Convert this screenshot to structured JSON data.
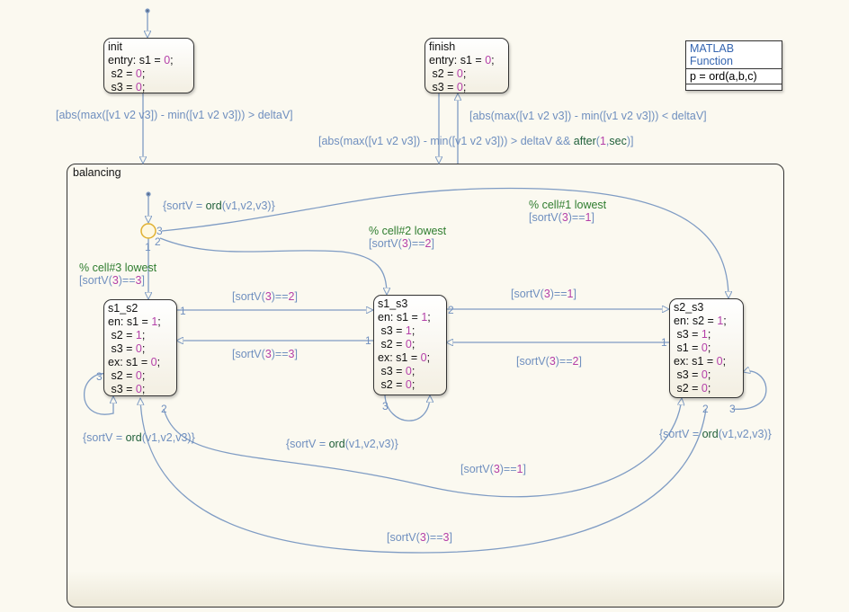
{
  "states": {
    "init": {
      "name": "init",
      "lines": [
        "entry: s1 = 0;",
        " s2 = 0;",
        " s3 = 0;"
      ]
    },
    "finish": {
      "name": "finish",
      "lines": [
        "entry: s1 = 0;",
        " s2 = 0;",
        " s3 = 0;"
      ]
    },
    "balancing": {
      "name": "balancing"
    },
    "s1_s2": {
      "name": "s1_s2",
      "lines": [
        "en: s1 = 1;",
        " s2 = 1;",
        " s3 = 0;",
        "ex: s1 = 0;",
        " s2 = 0;",
        " s3 = 0;"
      ]
    },
    "s1_s3": {
      "name": "s1_s3",
      "lines": [
        "en: s1 = 1;",
        " s3 = 1;",
        " s2 = 0;",
        "ex: s1 = 0;",
        " s3 = 0;",
        " s2 = 0;"
      ]
    },
    "s2_s3": {
      "name": "s2_s3",
      "lines": [
        "en: s2 = 1;",
        " s3 = 1;",
        " s1 = 0;",
        "ex: s1 = 0;",
        " s3 = 0;",
        " s2 = 0;"
      ]
    }
  },
  "matlab_function": {
    "title": "MATLAB Function",
    "signature": "p = ord(a,b,c)"
  },
  "transitions": {
    "init_to_balancing": "[abs(max([v1 v2 v3]) - min([v1 v2 v3])) > deltaV]",
    "finish_to_balancing": "[abs(max([v1 v2 v3]) - min([v1 v2 v3])) > deltaV && after(1,sec)]",
    "balancing_to_finish": "[abs(max([v1 v2 v3]) - min([v1 v2 v3])) < deltaV]",
    "default_action": "{sortV = ord(v1,v2,v3)}",
    "to_s1_s2_comment": "% cell#3 lowest",
    "to_s1_s2_guard": "[sortV(3)==3]",
    "to_s1_s3_comment": "% cell#2 lowest",
    "to_s1_s3_guard": "[sortV(3)==2]",
    "to_s2_s3_comment": "% cell#1 lowest",
    "to_s2_s3_guard": "[sortV(3)==1]",
    "s1_s2_to_s1_s3": "[sortV(3)==2]",
    "s1_s3_to_s1_s2": "[sortV(3)==3]",
    "s1_s3_to_s2_s3": "[sortV(3)==1]",
    "s2_s3_to_s1_s3": "[sortV(3)==2]",
    "s1_s2_to_s2_s3": "[sortV(3)==1]",
    "s2_s3_to_s1_s2": "[sortV(3)==3]",
    "self_s1_s2": "{sortV = ord(v1,v2,v3)}",
    "self_s1_s3": "{sortV = ord(v1,v2,v3)}",
    "self_s2_s3": "{sortV = ord(v1,v2,v3)}"
  },
  "priorities": {
    "j1": "1",
    "j2": "2",
    "j3": "3",
    "a1": "1",
    "a2": "2",
    "a3": "3",
    "b1": "1",
    "b2": "2",
    "b3": "3",
    "c1": "1",
    "c2": "2",
    "c3": "3"
  },
  "colors": {
    "wire": "#7f9cc4",
    "junction": "#e0b030",
    "number": "#b43fa8",
    "comment": "#2f7d2f"
  }
}
